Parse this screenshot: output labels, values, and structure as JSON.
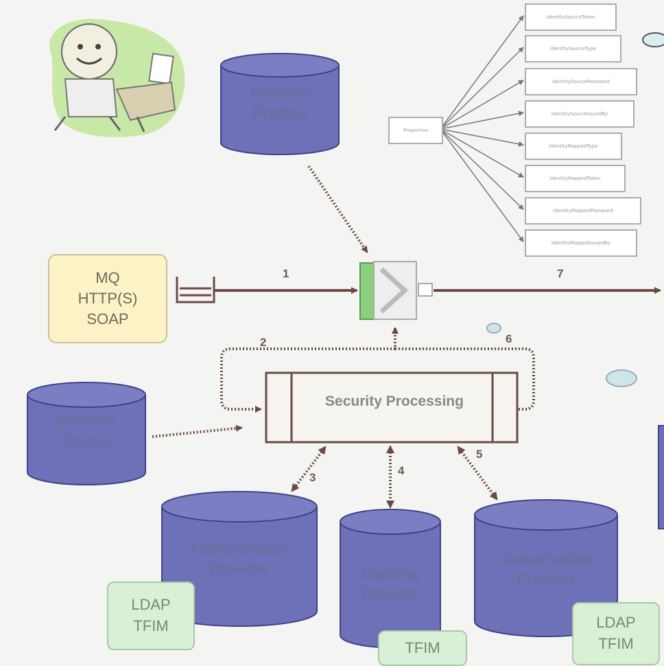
{
  "diagram": {
    "security_profiles": [
      "Security",
      "Profiles"
    ],
    "security_cache": [
      "Security",
      "Cache"
    ],
    "authentication_provider": [
      "Authentication",
      "Provider"
    ],
    "mapping_provider": [
      "Mapping",
      "Provider"
    ],
    "authorization_provider": [
      "Authorization",
      "Provider"
    ],
    "security_processing": "Security Processing",
    "protocols": [
      "MQ",
      "HTTP(S)",
      "SOAP"
    ],
    "tags": {
      "authentication": [
        "LDAP",
        "TFIM"
      ],
      "mapping": [
        "TFIM"
      ],
      "authorization": [
        "LDAP",
        "TFIM"
      ]
    },
    "steps": [
      "1",
      "2",
      "3",
      "4",
      "5",
      "6",
      "7"
    ],
    "properties_box": "Properties",
    "identity_properties": [
      "IdentitySourceToken",
      "IdentitySourceType",
      "IdentitySourcePassword",
      "IdentitySourceIssuedBy",
      "IdentityMappedType",
      "IdentityMappedToken",
      "IdentityMappedPassword",
      "IdentityMappedIssuedBy"
    ],
    "colors": {
      "cylinder_fill": "#6e70b8",
      "cylinder_stroke": "#3f4288",
      "arrow": "#6b4a45",
      "protocol_fill": "#fbf3c6",
      "tag_fill": "#d9efd6"
    }
  }
}
